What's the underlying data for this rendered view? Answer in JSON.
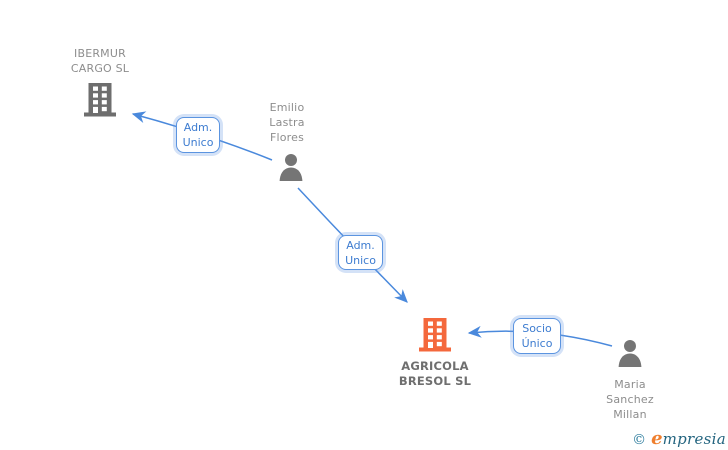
{
  "canvas": {
    "background": "#ffffff"
  },
  "colors": {
    "connector": "#4a89dc",
    "relation_box_border": "#5b94e0",
    "relation_box_text": "#3d7cd0",
    "node_text": "#8d8d8d",
    "focus_company_text": "#6f6f6f",
    "company_icon_gray": "#6e6e6e",
    "company_icon_orange": "#f4683c",
    "person_icon_gray": "#757575",
    "logo_teal": "#23647f",
    "logo_orange": "#ef7f2e"
  },
  "nodes": {
    "ibermur": {
      "type": "company",
      "line1": "IBERMUR",
      "line2": "CARGO SL"
    },
    "emilio": {
      "type": "person",
      "line1": "Emilio",
      "line2": "Lastra",
      "line3": "Flores"
    },
    "agricola": {
      "type": "company",
      "line1": "AGRICOLA",
      "line2": "BRESOL SL"
    },
    "maria": {
      "type": "person",
      "line1": "Maria",
      "line2": "Sanchez",
      "line3": "Millan"
    }
  },
  "relations": {
    "emilio_ibermur": {
      "line1": "Adm.",
      "line2": "Unico"
    },
    "emilio_agricola": {
      "line1": "Adm.",
      "line2": "Unico"
    },
    "maria_agricola": {
      "line1": "Socio",
      "line2": "Único"
    }
  },
  "footer": {
    "copyright_symbol": "©",
    "brand_initial": "e",
    "brand_rest": "mpresia"
  }
}
